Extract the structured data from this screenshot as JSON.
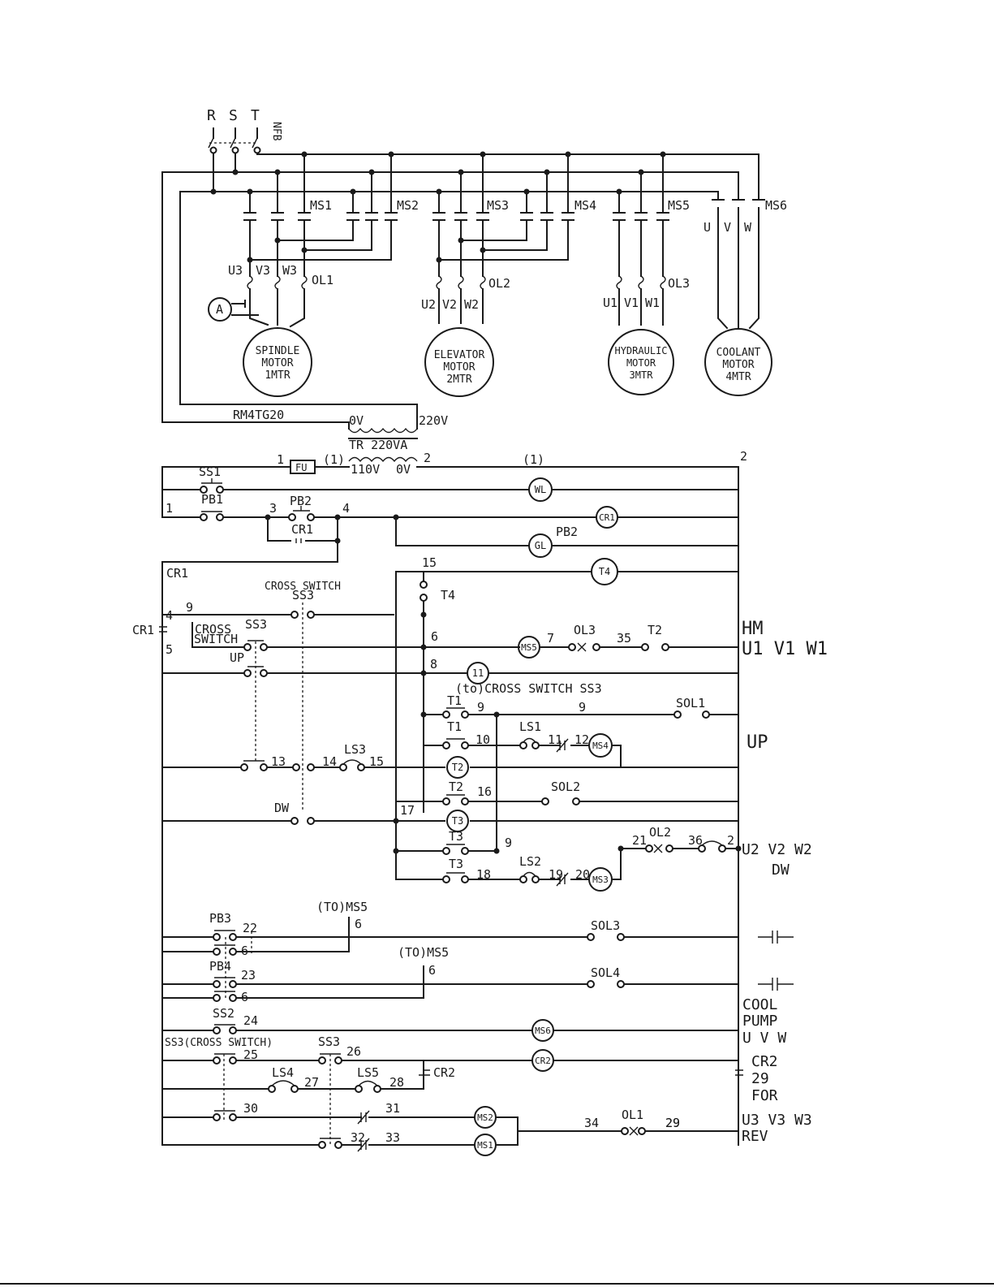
{
  "power": {
    "phases": [
      "R",
      "S",
      "T"
    ],
    "breaker": "NFB",
    "starters": [
      "MS1",
      "MS2",
      "MS3",
      "MS4",
      "MS5",
      "MS6"
    ],
    "overloads": [
      "OL1",
      "OL2",
      "OL3"
    ],
    "ammeter": "A",
    "terminals": {
      "spindle": [
        "U3",
        "V3",
        "W3"
      ],
      "elevator": [
        "U2",
        "V2",
        "W2"
      ],
      "hydraulic": [
        "U1",
        "V1",
        "W1"
      ],
      "coolant": [
        "U",
        "V",
        "W"
      ]
    },
    "motors": {
      "spindle": [
        "SPINDLE",
        "MOTOR",
        "1MTR"
      ],
      "elevator": [
        "ELEVATOR",
        "MOTOR",
        "2MTR"
      ],
      "hydraulic": [
        "HYDRAULIC",
        "MOTOR",
        "3MTR"
      ],
      "coolant": [
        "COOLANT",
        "MOTOR",
        "4MTR"
      ]
    },
    "relay_model": "RM4TG20",
    "transformer": {
      "primary_0": "0V",
      "primary_hi": "220V",
      "name": "TR  220VA",
      "sec_hi": "110V",
      "sec_0": "0V"
    }
  },
  "control": {
    "fuse": "FU",
    "wire_markers": [
      "1",
      "(1)",
      "2",
      "(1)",
      "2",
      "1",
      "3",
      "4",
      "9",
      "4",
      "5",
      "15",
      "6",
      "7",
      "35",
      "8",
      "9",
      "9",
      "10",
      "11",
      "12",
      "13",
      "14",
      "15",
      "16",
      "17",
      "9",
      "21",
      "36",
      "2",
      "18",
      "19",
      "20",
      "22",
      "6",
      "6",
      "23",
      "6",
      "6",
      "24",
      "25",
      "26",
      "27",
      "28",
      "29",
      "30",
      "31",
      "34",
      "29",
      "32",
      "33"
    ],
    "contact_labels": [
      "SS1",
      "PB1",
      "PB2",
      "CR1",
      "CR1",
      "CR1",
      "CROSS  SWITCH",
      "SS3",
      "CROSS",
      "SWITCH",
      "SS3",
      "UP",
      "T4",
      "DW",
      "T1",
      "T1",
      "LS1",
      "LS3",
      "T2",
      "SOL2",
      "T3",
      "T3",
      "OL3",
      "T2",
      "OL2",
      "LS2",
      "SOL1",
      "PB3",
      "PB4",
      "SS2",
      "SS3(CROSS  SWITCH)",
      "SS3",
      "LS4",
      "LS5",
      "CR2",
      "OL1",
      "(TO)MS5",
      "(TO)MS5",
      "SOL3",
      "SOL4",
      "PB2"
    ],
    "note_cross": "(to)CROSS  SWITCH  SS3",
    "coils": [
      "WL",
      "CR1",
      "GL",
      "T4",
      "MS5",
      "11",
      "MS4",
      "T2",
      "T3",
      "MS3",
      "MS6",
      "CR2",
      "MS2",
      "MS1"
    ],
    "right_notes": {
      "hm": "HM",
      "hm_terms": "U1   V1   W1",
      "up": "UP",
      "dw_terms": "U2   V2   W2",
      "dw": "DW",
      "cool": "COOL",
      "pump": "PUMP",
      "pump_terms": "U  V  W",
      "cr2": "CR2",
      "cr2_num": "29",
      "for": "FOR",
      "rev_terms": "U3   V3   W3",
      "rev": "REV"
    }
  }
}
